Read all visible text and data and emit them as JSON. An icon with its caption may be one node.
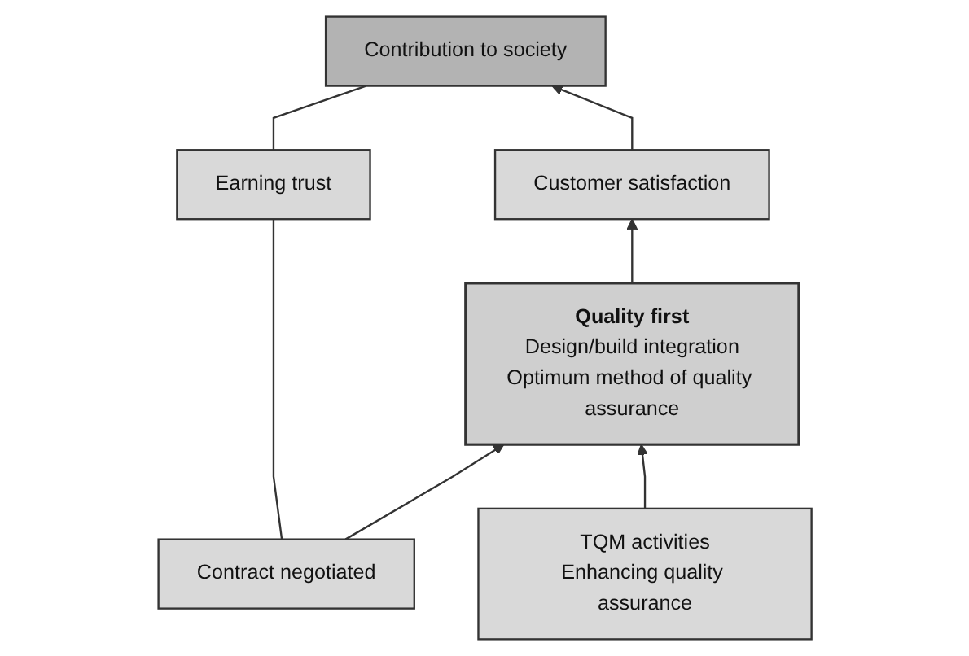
{
  "diagram": {
    "nodes": [
      {
        "text": [
          "Contribution to society"
        ]
      },
      {
        "text": [
          "Earning trust"
        ]
      },
      {
        "text": [
          "Customer satisfaction"
        ]
      },
      {
        "text": [
          "TQM activities",
          "Enhancing quality assurance"
        ]
      },
      {
        "text": [
          "Contract negotiated"
        ]
      },
      {
        "text": [
          "Quality first",
          "Design/build integration",
          "Optimum method of quality assurance"
        ]
      }
    ],
    "edges": [
      {
        "from": 1,
        "to": 0,
        "arrow": "none"
      },
      {
        "from": 4,
        "to": 1,
        "arrow": "none"
      },
      {
        "from": 4,
        "to": 5,
        "arrow": "to"
      },
      {
        "from": 5,
        "to": 2,
        "arrow": "to"
      },
      {
        "from": 2,
        "to": 0,
        "arrow": "to"
      },
      {
        "from": 3,
        "to": 5,
        "arrow": "to"
      }
    ]
  }
}
